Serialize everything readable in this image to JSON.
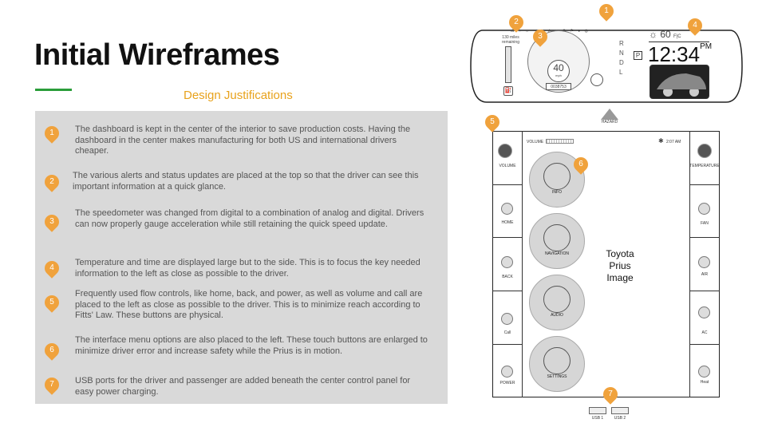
{
  "title": "Initial Wireframes",
  "subtitle": "Design Justifications",
  "accent": "#e8a21c",
  "underline_color": "#2a9d3a",
  "justifications": [
    {
      "num": "1",
      "text": "The dashboard is kept in the center of the interior to save production costs. Having the dashboard in the center makes manufacturing for both US and international drivers cheaper."
    },
    {
      "num": "2",
      "text": "The various alerts and status updates are placed at the top so that the driver can see this important information at a quick glance."
    },
    {
      "num": "3",
      "text": "The speedometer was changed from digital to a combination of analog and digital. Drivers can now properly gauge acceleration while still retaining the quick speed update."
    },
    {
      "num": "4",
      "text": "Temperature and time are displayed large but to the side. This is to focus the key needed information to the left as close as possible to the driver."
    },
    {
      "num": "5",
      "text": "Frequently used flow controls, like home, back, and power, as well as volume and call are placed to the left as close as possible to the driver. This is to minimize reach according to Fitts' Law. These buttons are physical."
    },
    {
      "num": "6",
      "text": "The interface menu options are also placed to the left. These touch buttons are enlarged to minimize driver error and increase safety while the Prius is in motion."
    },
    {
      "num": "7",
      "text": "USB ports for the driver and passenger are added beneath the center control panel for easy power charging."
    }
  ],
  "dashboard": {
    "miles_line1": "130 miles",
    "miles_line2": "remaining",
    "speed": "40",
    "speed_unit": "mph",
    "odometer": "0038753",
    "gears": [
      "R",
      "N",
      "P",
      "D",
      "L"
    ],
    "outside_temp": "60",
    "temp_unit": "F|C",
    "time": "12:34",
    "ampm": "PM",
    "hazard": "HAZARD"
  },
  "console": {
    "volume_label": "VOLUME",
    "volume_knob_label": "VOLUME",
    "clock": "2:07 AM",
    "temperature_label": "TEMPERATURE",
    "left_buttons": [
      "HOME",
      "BACK",
      "Call",
      "POWER"
    ],
    "right_buttons": [
      "FAN",
      "AIR",
      "AC",
      "Heat"
    ],
    "menu": [
      "INFO",
      "NAVIGATION",
      "AUDIO",
      "SETTINGS"
    ],
    "image_placeholder_1": "Toyota",
    "image_placeholder_2": "Prius",
    "image_placeholder_3": "Image",
    "usb": [
      "USB 1",
      "USB 2"
    ]
  },
  "pins": [
    "1",
    "2",
    "3",
    "4",
    "5",
    "6",
    "7"
  ]
}
